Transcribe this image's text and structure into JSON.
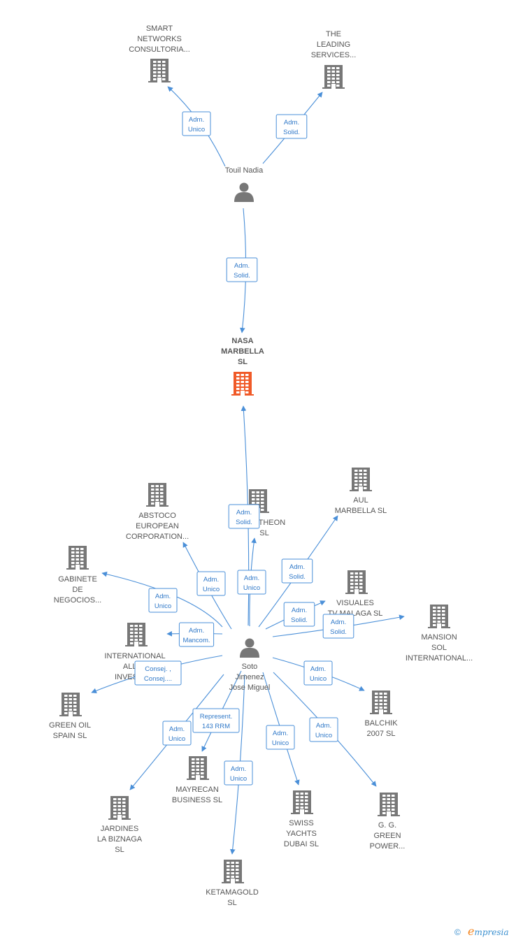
{
  "colors": {
    "edge": "#4a8fd8",
    "company": "#777777",
    "company_main": "#f05a28",
    "person": "#777777",
    "brand_accent": "#f2841f"
  },
  "nodes": {
    "smart": {
      "lines": [
        "SMART",
        "NETWORKS",
        "CONSULTORIA..."
      ],
      "icon": "building-icon"
    },
    "leading": {
      "lines": [
        "THE",
        "LEADING",
        "SERVICES..."
      ],
      "icon": "building-icon"
    },
    "touil": {
      "lines": [
        "Touil Nadia"
      ],
      "icon": "person-icon"
    },
    "nasa": {
      "lines": [
        "NASA",
        "MARBELLA",
        "SL"
      ],
      "icon": "building-icon",
      "main": true
    },
    "abstoco": {
      "lines": [
        "ABSTOCO",
        "EUROPEAN",
        "CORPORATION..."
      ],
      "icon": "building-icon"
    },
    "pantheon": {
      "lines": [
        "PANTHEON",
        "SL"
      ],
      "icon": "building-icon"
    },
    "aul": {
      "lines": [
        "AUL",
        "MARBELLA  SL"
      ],
      "icon": "building-icon"
    },
    "gabinete": {
      "lines": [
        "GABINETE",
        "DE",
        "NEGOCIOS..."
      ],
      "icon": "building-icon"
    },
    "visuales": {
      "lines": [
        "VISUALES",
        "TV MALAGA  SL"
      ],
      "icon": "building-icon"
    },
    "mansion": {
      "lines": [
        "MANSION",
        "SOL",
        "INTERNATIONAL..."
      ],
      "icon": "building-icon"
    },
    "internat": {
      "lines": [
        "INTERNATIONAL",
        "ALLEE",
        "INVESTM..."
      ],
      "icon": "building-icon"
    },
    "soto": {
      "lines": [
        "Soto",
        "Jimenez",
        "Jose Miguel"
      ],
      "icon": "person-icon"
    },
    "greenoil": {
      "lines": [
        "GREEN OIL",
        "SPAIN SL"
      ],
      "icon": "building-icon"
    },
    "balchik": {
      "lines": [
        "BALCHIK",
        "2007 SL"
      ],
      "icon": "building-icon"
    },
    "mayrecan": {
      "lines": [
        "MAYRECAN",
        "BUSINESS  SL"
      ],
      "icon": "building-icon"
    },
    "jardines": {
      "lines": [
        "JARDINES",
        "LA BIZNAGA",
        "SL"
      ],
      "icon": "building-icon"
    },
    "swiss": {
      "lines": [
        "SWISS",
        "YACHTS",
        "DUBAI  SL"
      ],
      "icon": "building-icon"
    },
    "gg": {
      "lines": [
        "G.  G.",
        "GREEN",
        "POWER..."
      ],
      "icon": "building-icon"
    },
    "ketamagold": {
      "lines": [
        "KETAMAGOLD",
        "SL"
      ],
      "icon": "building-icon"
    }
  },
  "edges": [
    {
      "from": "touil",
      "to": "smart",
      "lines": [
        "Adm.",
        "Unico"
      ]
    },
    {
      "from": "touil",
      "to": "leading",
      "lines": [
        "Adm.",
        "Solid."
      ]
    },
    {
      "from": "touil",
      "to": "nasa",
      "lines": [
        "Adm.",
        "Solid."
      ]
    },
    {
      "from": "soto",
      "to": "nasa",
      "lines": [
        "Adm.",
        "Solid."
      ]
    },
    {
      "from": "soto",
      "to": "abstoco",
      "lines": [
        "Adm.",
        "Unico"
      ]
    },
    {
      "from": "soto",
      "to": "pantheon",
      "lines": [
        "Adm.",
        "Unico"
      ]
    },
    {
      "from": "soto",
      "to": "aul",
      "lines": [
        "Adm.",
        "Solid."
      ]
    },
    {
      "from": "soto",
      "to": "gabinete",
      "lines": [
        "Adm.",
        "Unico"
      ]
    },
    {
      "from": "soto",
      "to": "visuales",
      "lines": [
        "Adm.",
        "Solid."
      ]
    },
    {
      "from": "soto",
      "to": "mansion",
      "lines": [
        "Adm.",
        "Solid."
      ]
    },
    {
      "from": "soto",
      "to": "internat",
      "lines": [
        "Adm.",
        "Mancom."
      ]
    },
    {
      "from": "soto",
      "to": "greenoil",
      "lines": [
        "Consej. ,",
        "Consej...."
      ]
    },
    {
      "from": "soto",
      "to": "balchik",
      "lines": [
        "Adm.",
        "Unico"
      ]
    },
    {
      "from": "soto",
      "to": "mayrecan",
      "lines": [
        "Represent.",
        "143 RRM"
      ]
    },
    {
      "from": "soto",
      "to": "jardines",
      "lines": [
        "Adm.",
        "Unico"
      ]
    },
    {
      "from": "soto",
      "to": "swiss",
      "lines": [
        "Adm.",
        "Unico"
      ]
    },
    {
      "from": "soto",
      "to": "gg",
      "lines": [
        "Adm.",
        "Unico"
      ]
    },
    {
      "from": "soto",
      "to": "ketamagold",
      "lines": [
        "Adm.",
        "Unico"
      ]
    }
  ],
  "footer": {
    "copyright": "©",
    "brand_initial": "e",
    "brand_rest": "mpresia"
  }
}
